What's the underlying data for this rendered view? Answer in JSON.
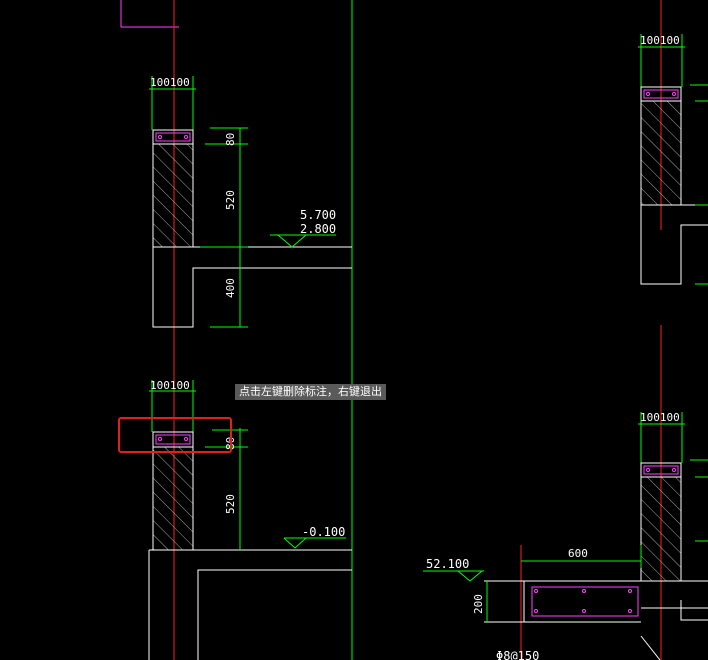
{
  "tooltip": {
    "text": "点击左键删除标注，右键退出"
  },
  "labels": {
    "top_left_width": "100100",
    "mid_left_width": "100100",
    "top_right_width": "100100",
    "mid_right_width": "100100",
    "dim_80_a": "80",
    "dim_520_a": "520",
    "dim_400": "400",
    "dim_80_b": "80",
    "dim_520_b": "520",
    "dim_600": "600",
    "dim_200": "200",
    "elev_5700": "5.700",
    "elev_2800": "2.800",
    "elev_neg0100": "-0.100",
    "elev_52100": "52.100",
    "rebar_note": "Φ8@150"
  },
  "colors": {
    "background": "#000000",
    "wall": "#ffffff",
    "dimension": "#00ff00",
    "axis": "#ff2020",
    "rebar": "#ff40ff",
    "selection": "#e0201c",
    "tooltip_bg": "#5a5a5a"
  }
}
